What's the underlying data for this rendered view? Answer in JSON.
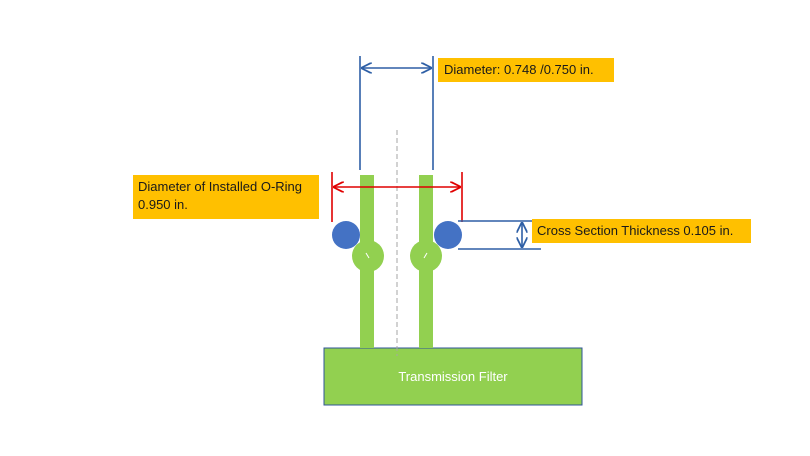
{
  "labels": {
    "diameter": "Diameter: 0.748 /0.750 in.",
    "installed_line1": "Diameter of Installed O-Ring",
    "installed_line2": "0.950 in.",
    "cross_section": "Cross Section Thickness  0.105 in."
  },
  "filter": {
    "label": "Transmission Filter"
  },
  "colors": {
    "tube_green": "#92d050",
    "oring_blue": "#4472c4",
    "dimension_blue": "#2e5fa6",
    "dimension_red": "#e00000",
    "label_fill": "#ffc000",
    "centerline": "#a6a6a6"
  }
}
